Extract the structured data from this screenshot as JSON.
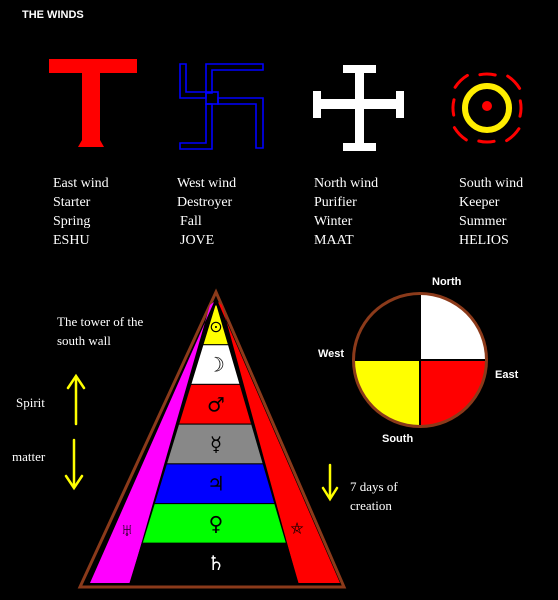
{
  "title": "THE WINDS",
  "winds": [
    {
      "icon": "tau-cross-icon",
      "color": "#ff0000",
      "lines": [
        "East wind",
        "Starter",
        "Spring",
        "ESHU"
      ]
    },
    {
      "icon": "swastika-icon",
      "color": "#0000ff",
      "lines": [
        "West wind",
        "Destroyer",
        "Fall",
        "JOVE"
      ]
    },
    {
      "icon": "cross-potent-icon",
      "color": "#ffffff",
      "lines": [
        "North wind",
        "Purifier",
        "Winter",
        "MAAT"
      ]
    },
    {
      "icon": "sun-icon",
      "color": "#ffee00",
      "ray_color": "#ff0000",
      "lines": [
        "South wind",
        "Keeper",
        "Summer",
        "HELIOS"
      ]
    }
  ],
  "tower": {
    "caption": [
      "The tower of the",
      "south wall"
    ],
    "left_side_color": "#ff00ff",
    "right_side_color": "#ff0000",
    "outline_color": "#8b3a1a",
    "bands": [
      {
        "color": "#ffff00",
        "symbol": "⊙",
        "symbol_name": "sun-symbol"
      },
      {
        "color": "#ffffff",
        "symbol": "☽",
        "symbol_name": "moon-symbol"
      },
      {
        "color": "#ff0000",
        "symbol": "♂",
        "symbol_name": "mars-symbol"
      },
      {
        "color": "#888888",
        "symbol": "☿",
        "symbol_name": "mercury-symbol"
      },
      {
        "color": "#0000ff",
        "symbol": "♃",
        "symbol_name": "jupiter-symbol"
      },
      {
        "color": "#00ff00",
        "symbol": "♀",
        "symbol_name": "venus-symbol"
      },
      {
        "color": "#000000",
        "symbol": "♄",
        "symbol_name": "saturn-symbol"
      }
    ],
    "left_symbol": "♅",
    "right_symbol": "⛤"
  },
  "arrows": {
    "spirit_label": "Spirit",
    "matter_label": "matter",
    "days_label": [
      "7 days of",
      "creation"
    ],
    "color": "#ffff00"
  },
  "wheel": {
    "north": "North",
    "east": "East",
    "south": "South",
    "west": "West",
    "quadrants": {
      "north_east": "#ffffff",
      "south_east": "#ff0000",
      "south_west": "#ffff00",
      "north_west": "#000000"
    },
    "rim_color": "#8b3a1a"
  }
}
